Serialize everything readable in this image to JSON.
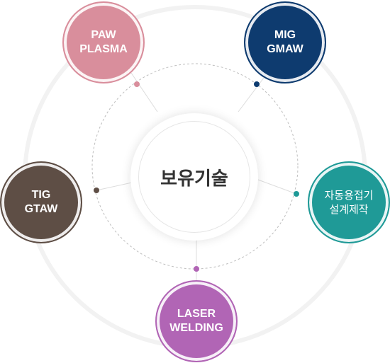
{
  "center": {
    "label": "보유기술"
  },
  "nodes": [
    {
      "id": "paw",
      "line1": "PAW",
      "line2": "PLASMA",
      "color": "#d98e9c"
    },
    {
      "id": "mig",
      "line1": "MIG",
      "line2": "GMAW",
      "color": "#0e3b6f"
    },
    {
      "id": "auto",
      "line1": "자동용접기",
      "line2": "설계제작",
      "color": "#1f9a97"
    },
    {
      "id": "laser",
      "line1": "LASER",
      "line2": "WELDING",
      "color": "#b165b5"
    },
    {
      "id": "tig",
      "line1": "TIG",
      "line2": "GTAW",
      "color": "#5e4e45"
    }
  ],
  "colors": {
    "ring_dash": "#bdbdbd",
    "outer_ring": "#f0f0f0",
    "connector": "#dddddd"
  }
}
